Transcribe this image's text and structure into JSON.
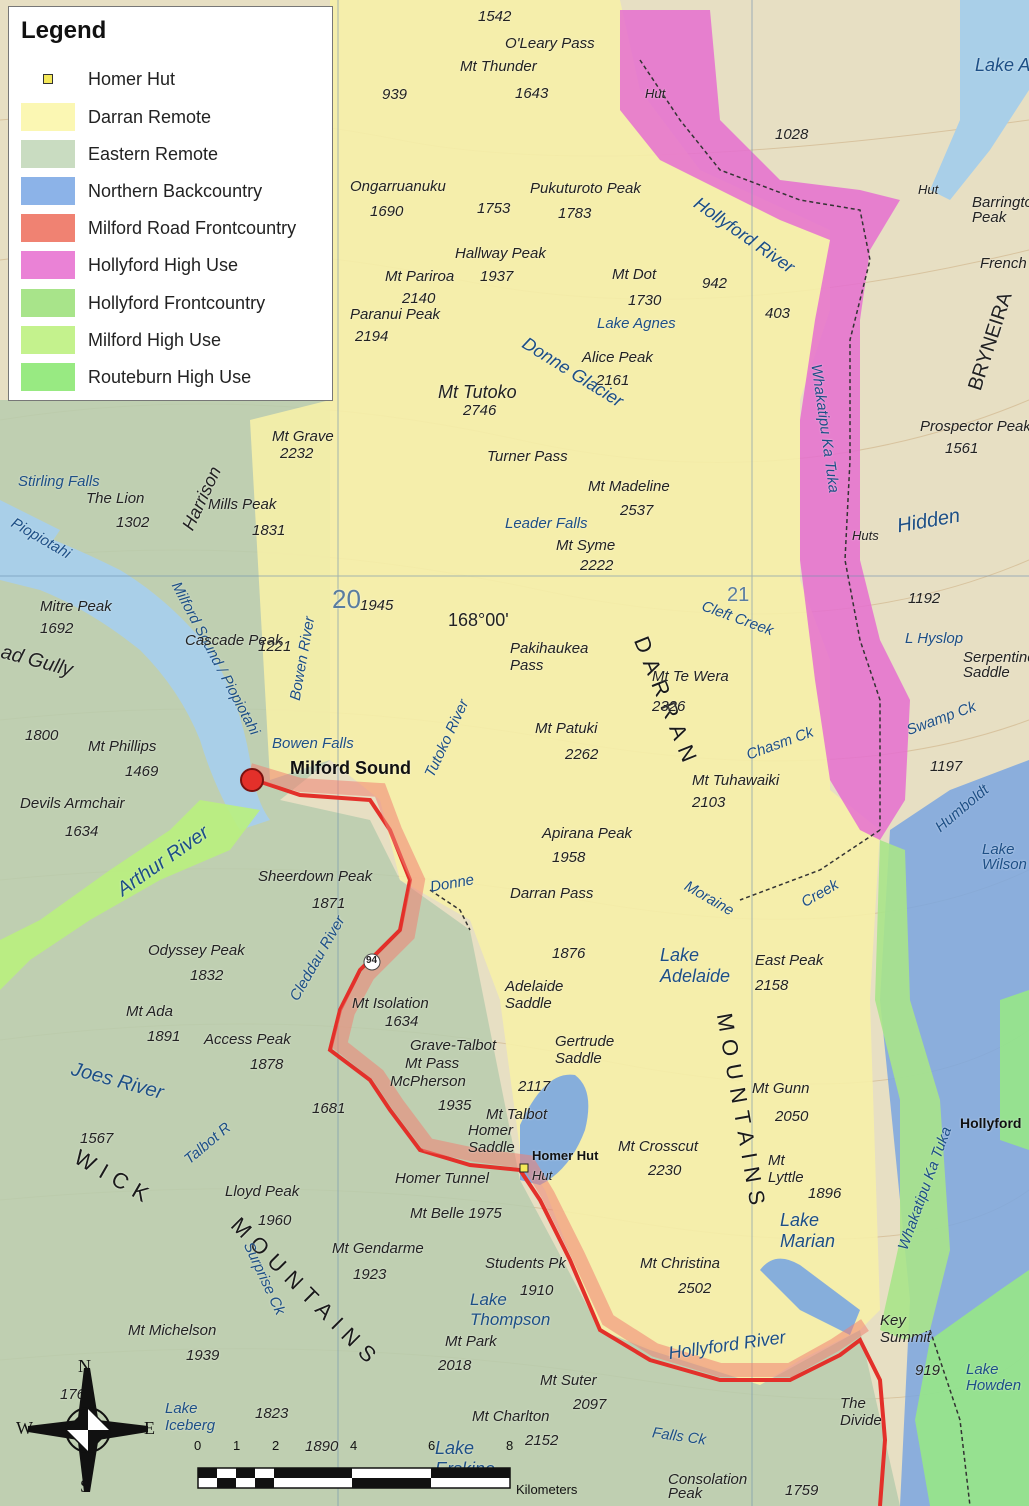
{
  "legend": {
    "title": "Legend",
    "items": [
      {
        "label": "Homer Hut",
        "color": "#f4e85a",
        "kind": "point"
      },
      {
        "label": "Darran Remote",
        "color": "#fbf7b3",
        "kind": "area"
      },
      {
        "label": "Eastern Remote",
        "color": "#c9dcc1",
        "kind": "area"
      },
      {
        "label": "Northern Backcountry",
        "color": "#8cb3e8",
        "kind": "area"
      },
      {
        "label": "Milford Road Frontcountry",
        "color": "#f08272",
        "kind": "area"
      },
      {
        "label": "Hollyford High Use",
        "color": "#ea82d6",
        "kind": "area"
      },
      {
        "label": "Hollyford Frontcountry",
        "color": "#a8e48a",
        "kind": "area"
      },
      {
        "label": "Milford High Use",
        "color": "#c4f28d",
        "kind": "area"
      },
      {
        "label": "Routeburn High Use",
        "color": "#98ea82",
        "kind": "area"
      }
    ]
  },
  "scale_bar": {
    "ticks": [
      "0",
      "1",
      "2",
      "4",
      "6",
      "8"
    ],
    "unit": "Kilometers"
  },
  "north_arrow": {
    "n": "N",
    "s": "S",
    "e": "E",
    "w": "W"
  },
  "map_labels": {
    "milford_sound": "Milford Sound",
    "homer_hut": "Homer Hut",
    "hollyford": "Hollyford",
    "oleary_pass": "O'Leary Pass",
    "mt_thunder": "Mt Thunder",
    "h1542": "1542",
    "h1643": "1643",
    "h939": "939",
    "ongarruanuku": "Ongarruanuku",
    "h1690": "1690",
    "h1753": "1753",
    "pukuturoto": "Pukuturoto Peak",
    "h1783": "1783",
    "hallway_peak": "Hallway Peak",
    "h1937": "1937",
    "mt_pariroa": "Mt Pariroa",
    "h2140": "2140",
    "paranui_peak": "Paranui Peak",
    "h2194": "2194",
    "mt_dot": "Mt Dot",
    "h1730": "1730",
    "h942": "942",
    "h403": "403",
    "h1028": "1028",
    "lake_agnes": "Lake Agnes",
    "alice_peak": "Alice Peak",
    "h2161": "2161",
    "mt_tutoko": "Mt Tutoko",
    "h2746": "2746",
    "donne_glacier": "Donne Glacier",
    "turner_pass": "Turner Pass",
    "mt_grave": "Mt Grave",
    "h2232": "2232",
    "mt_madeline": "Mt Madeline",
    "h2537": "2537",
    "leader_falls": "Leader Falls",
    "mt_syme": "Mt Syme",
    "h2222": "2222",
    "stirling_falls": "Stirling Falls",
    "the_lion": "The Lion",
    "h1302": "1302",
    "harrison": "Harrison",
    "mills_peak": "Mills Peak",
    "h1831": "1831",
    "piopiotahi": "Piopiotahi",
    "mitre_peak": "Mitre Peak",
    "h1692": "1692",
    "milford_sound_water": "Milford Sound / Piopiotahi",
    "cascade_peak": "Cascade Peak",
    "h1221": "1221",
    "bowen_river": "Bowen River",
    "h1945": "1945",
    "grid20": "20",
    "grid21": "21",
    "lon": "168°00'",
    "pakihaukea_pass": "Pakihaukea Pass",
    "darran": "DARRAN",
    "mt_te_wera": "Mt Te Wera",
    "h2326": "2326",
    "mt_patuki": "Mt Patuki",
    "h2262": "2262",
    "clerk_creek": "Cleft Creek",
    "chasm_ck": "Chasm Ck",
    "mt_tuhawaiki": "Mt Tuhawaiki",
    "h2103": "2103",
    "tutoko_river": "Tutoko River",
    "bowen_falls": "Bowen Falls",
    "gully": "ad Gully",
    "h1800": "1800",
    "mt_phillips": "Mt Phillips",
    "h1469": "1469",
    "devils_armchair": "Devils Armchair",
    "h1634a": "1634",
    "arthur_river": "Arthur River",
    "sheerdown_peak": "Sheerdown Peak",
    "h1871": "1871",
    "aparina_peak": "Apirana Peak",
    "h1958": "1958",
    "donne": "Donne",
    "darran_pass": "Darran Pass",
    "moraine": "Moraine",
    "creek": "Creek",
    "odyssey_peak": "Odyssey Peak",
    "h1832": "1832",
    "cleddau_river": "Cleddau River",
    "h1876": "1876",
    "lake_adelaide": "Lake Adelaide",
    "east_peak": "East Peak",
    "h2158": "2158",
    "mt_ada": "Mt Ada",
    "h1891": "1891",
    "access_peak": "Access Peak",
    "h1878": "1878",
    "mt_isolation": "Mt Isolation",
    "h1634b": "1634",
    "adelaide_saddle": "Adelaide Saddle",
    "mountains": "MOUNTAINS",
    "grave_talbot": "Grave-Talbot",
    "mt_pass": "Mt Pass",
    "mcpherson": "McPherson",
    "h1935": "1935",
    "h2117": "2117",
    "mt_talbot": "Mt Talbot",
    "gertrude_saddle": "Gertrude Saddle",
    "mt_gunn": "Mt Gunn",
    "h2050": "2050",
    "joes_river": "Joes River",
    "h1567": "1567",
    "h1681": "1681",
    "talbot_r": "Talbot R",
    "homer_saddle": "Homer Saddle",
    "mt_crosscut": "Mt Crosscut",
    "h2230": "2230",
    "wick": "WICK",
    "homer_tunnel": "Homer Tunnel",
    "mt_lyttle": "Mt Lyttle",
    "h1896": "1896",
    "lloyd_peak": "Lloyd Peak",
    "h1960": "1960",
    "mt_belle": "Mt Belle 1975",
    "lake_marian": "Lake Marian",
    "mt_gendarme": "Mt Gendarme",
    "h1923": "1923",
    "mountains2": "MOUNTAINS",
    "students_pk": "Students Pk",
    "h1910": "1910",
    "mt_christina": "Mt Christina",
    "h2502": "2502",
    "lake_thompson": "Lake Thompson",
    "mt_park": "Mt Park",
    "h2018": "2018",
    "hollyford_river": "Hollyford River",
    "key_summit": "Key Summit",
    "h919": "919",
    "mt_michelson": "Mt Michelson",
    "h1939": "1939",
    "mt_suter": "Mt Suter",
    "h2097": "2097",
    "the_divide": "The Divide",
    "h1762": "1762",
    "h1823": "1823",
    "lake_iceberg": "Lake Iceberg",
    "h1890": "1890",
    "mt_charlton": "Mt Charlton",
    "h2152": "2152",
    "falls_ck": "Falls Ck",
    "lake_erskine": "Lake Erskine",
    "consolation_peak": "Consolation Peak",
    "h1759": "1759",
    "h1192": "1192",
    "l_hyslop": "L Hyslop",
    "serpentine_saddle": "Serpentine Saddle",
    "swamp_ck": "Swamp Ck",
    "h1197": "1197",
    "humboldt": "Humboldt",
    "lake_wilson": "Lake Wilson",
    "hidden": "Hidden",
    "prospector": "Prospector Peak",
    "h1561": "1561",
    "bryneira": "BRYNEIRA",
    "french": "French",
    "barrington": "Barrington Peak",
    "lake_alabaster": "Lake Alab",
    "hut_n": "Hut",
    "hut_ne": "Hut",
    "huts": "Huts",
    "hollyford_river_n": "Hollyford River",
    "whakatipu_n": "Whakatipu Ka Tuka",
    "whakatipu_s": "Whakatipu Ka Tuka",
    "lake_howden": "Lake Howden",
    "surprise_ck": "Surprise Ck",
    "road94": "94",
    "hut_s": "Hut"
  }
}
